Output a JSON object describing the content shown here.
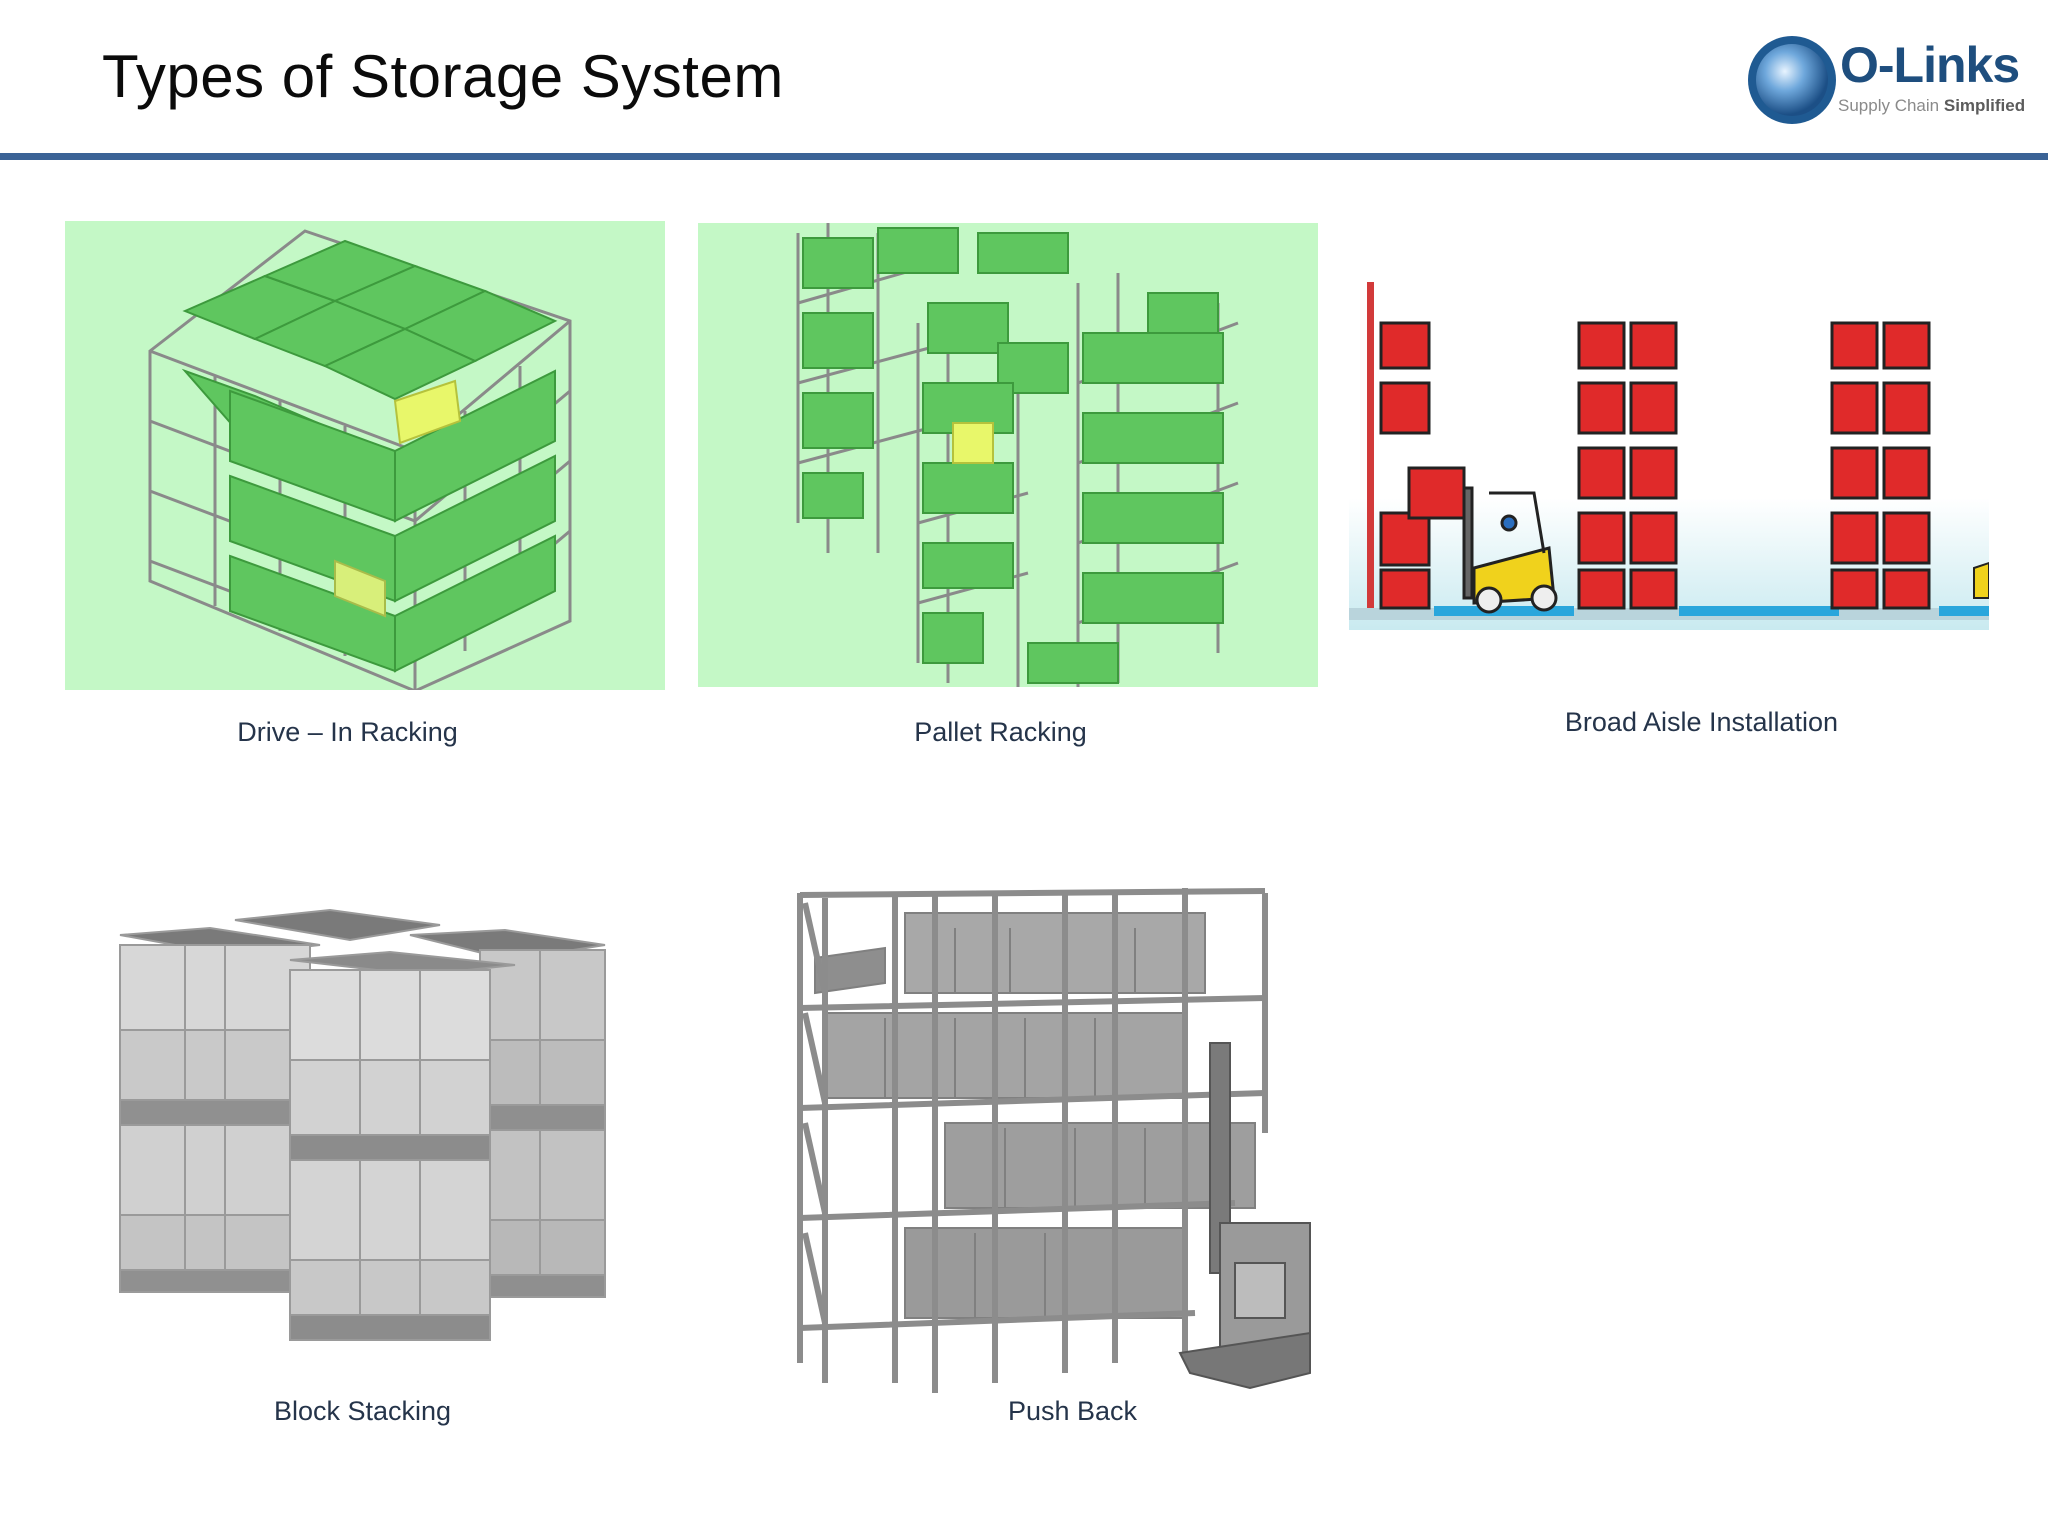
{
  "slide": {
    "title": "Types of Storage System",
    "accent_color": "#3b6396"
  },
  "logo": {
    "name": "O-Links",
    "tagline_light": "Supply Chain",
    "tagline_bold": "Simplified",
    "icon": "globe-icon"
  },
  "panels": [
    {
      "caption": "Drive – In Racking",
      "image": "drive-in-racking-illustration"
    },
    {
      "caption": "Pallet Racking",
      "image": "pallet-racking-illustration"
    },
    {
      "caption": "Broad Aisle Installation",
      "image": "broad-aisle-installation-illustration"
    },
    {
      "caption": "Block Stacking",
      "image": "block-stacking-illustration"
    },
    {
      "caption": "Push Back",
      "image": "push-back-illustration"
    }
  ]
}
